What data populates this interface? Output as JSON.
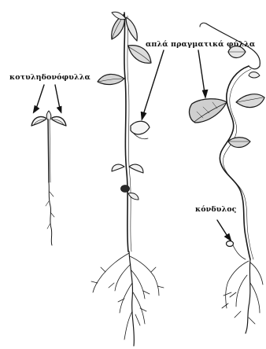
{
  "labels": {
    "cotyledons": "κοτυληδονόφυλλα",
    "true_leaves": "απλά πραγματικά φύλλα",
    "node": "κόνδυλος"
  },
  "colors": {
    "ink": "#111111",
    "background": "#ffffff"
  }
}
